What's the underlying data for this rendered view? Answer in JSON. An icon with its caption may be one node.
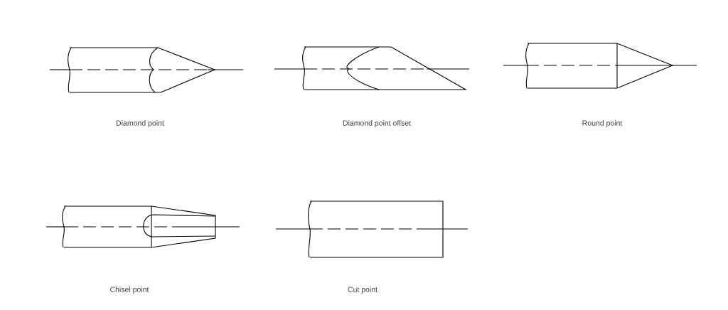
{
  "diagram": {
    "labels": [
      "Diamond point",
      "Diamond point offset",
      "Round point",
      "Chisel point",
      "Cut point"
    ]
  }
}
